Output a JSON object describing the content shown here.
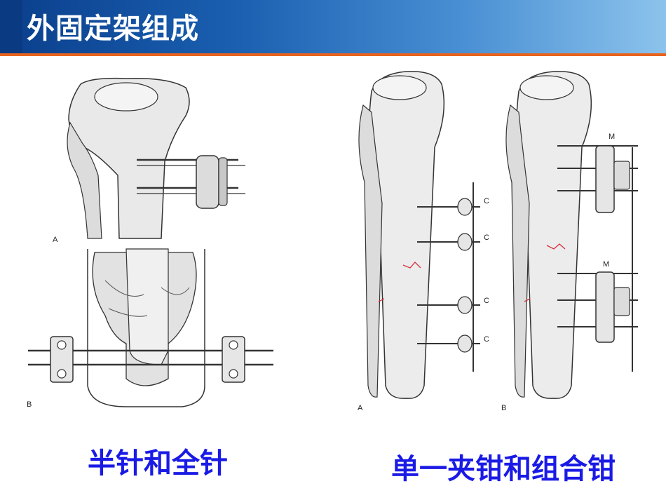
{
  "slide": {
    "title": "外固定架组成",
    "caption_left": "半针和全针",
    "caption_right": "单一夹钳和组合钳"
  },
  "figure_left": {
    "label_a": "A",
    "label_b": "B"
  },
  "figure_right": {
    "label_a": "A",
    "label_b": "B",
    "clamp_label": "C",
    "module_label": "M"
  },
  "colors": {
    "title_bar_dark": "#0a3f8c",
    "title_bar_light": "#8cc3ec",
    "accent_line": "#e8641e",
    "caption": "#1a1ae6",
    "fracture": "#d8303c"
  }
}
